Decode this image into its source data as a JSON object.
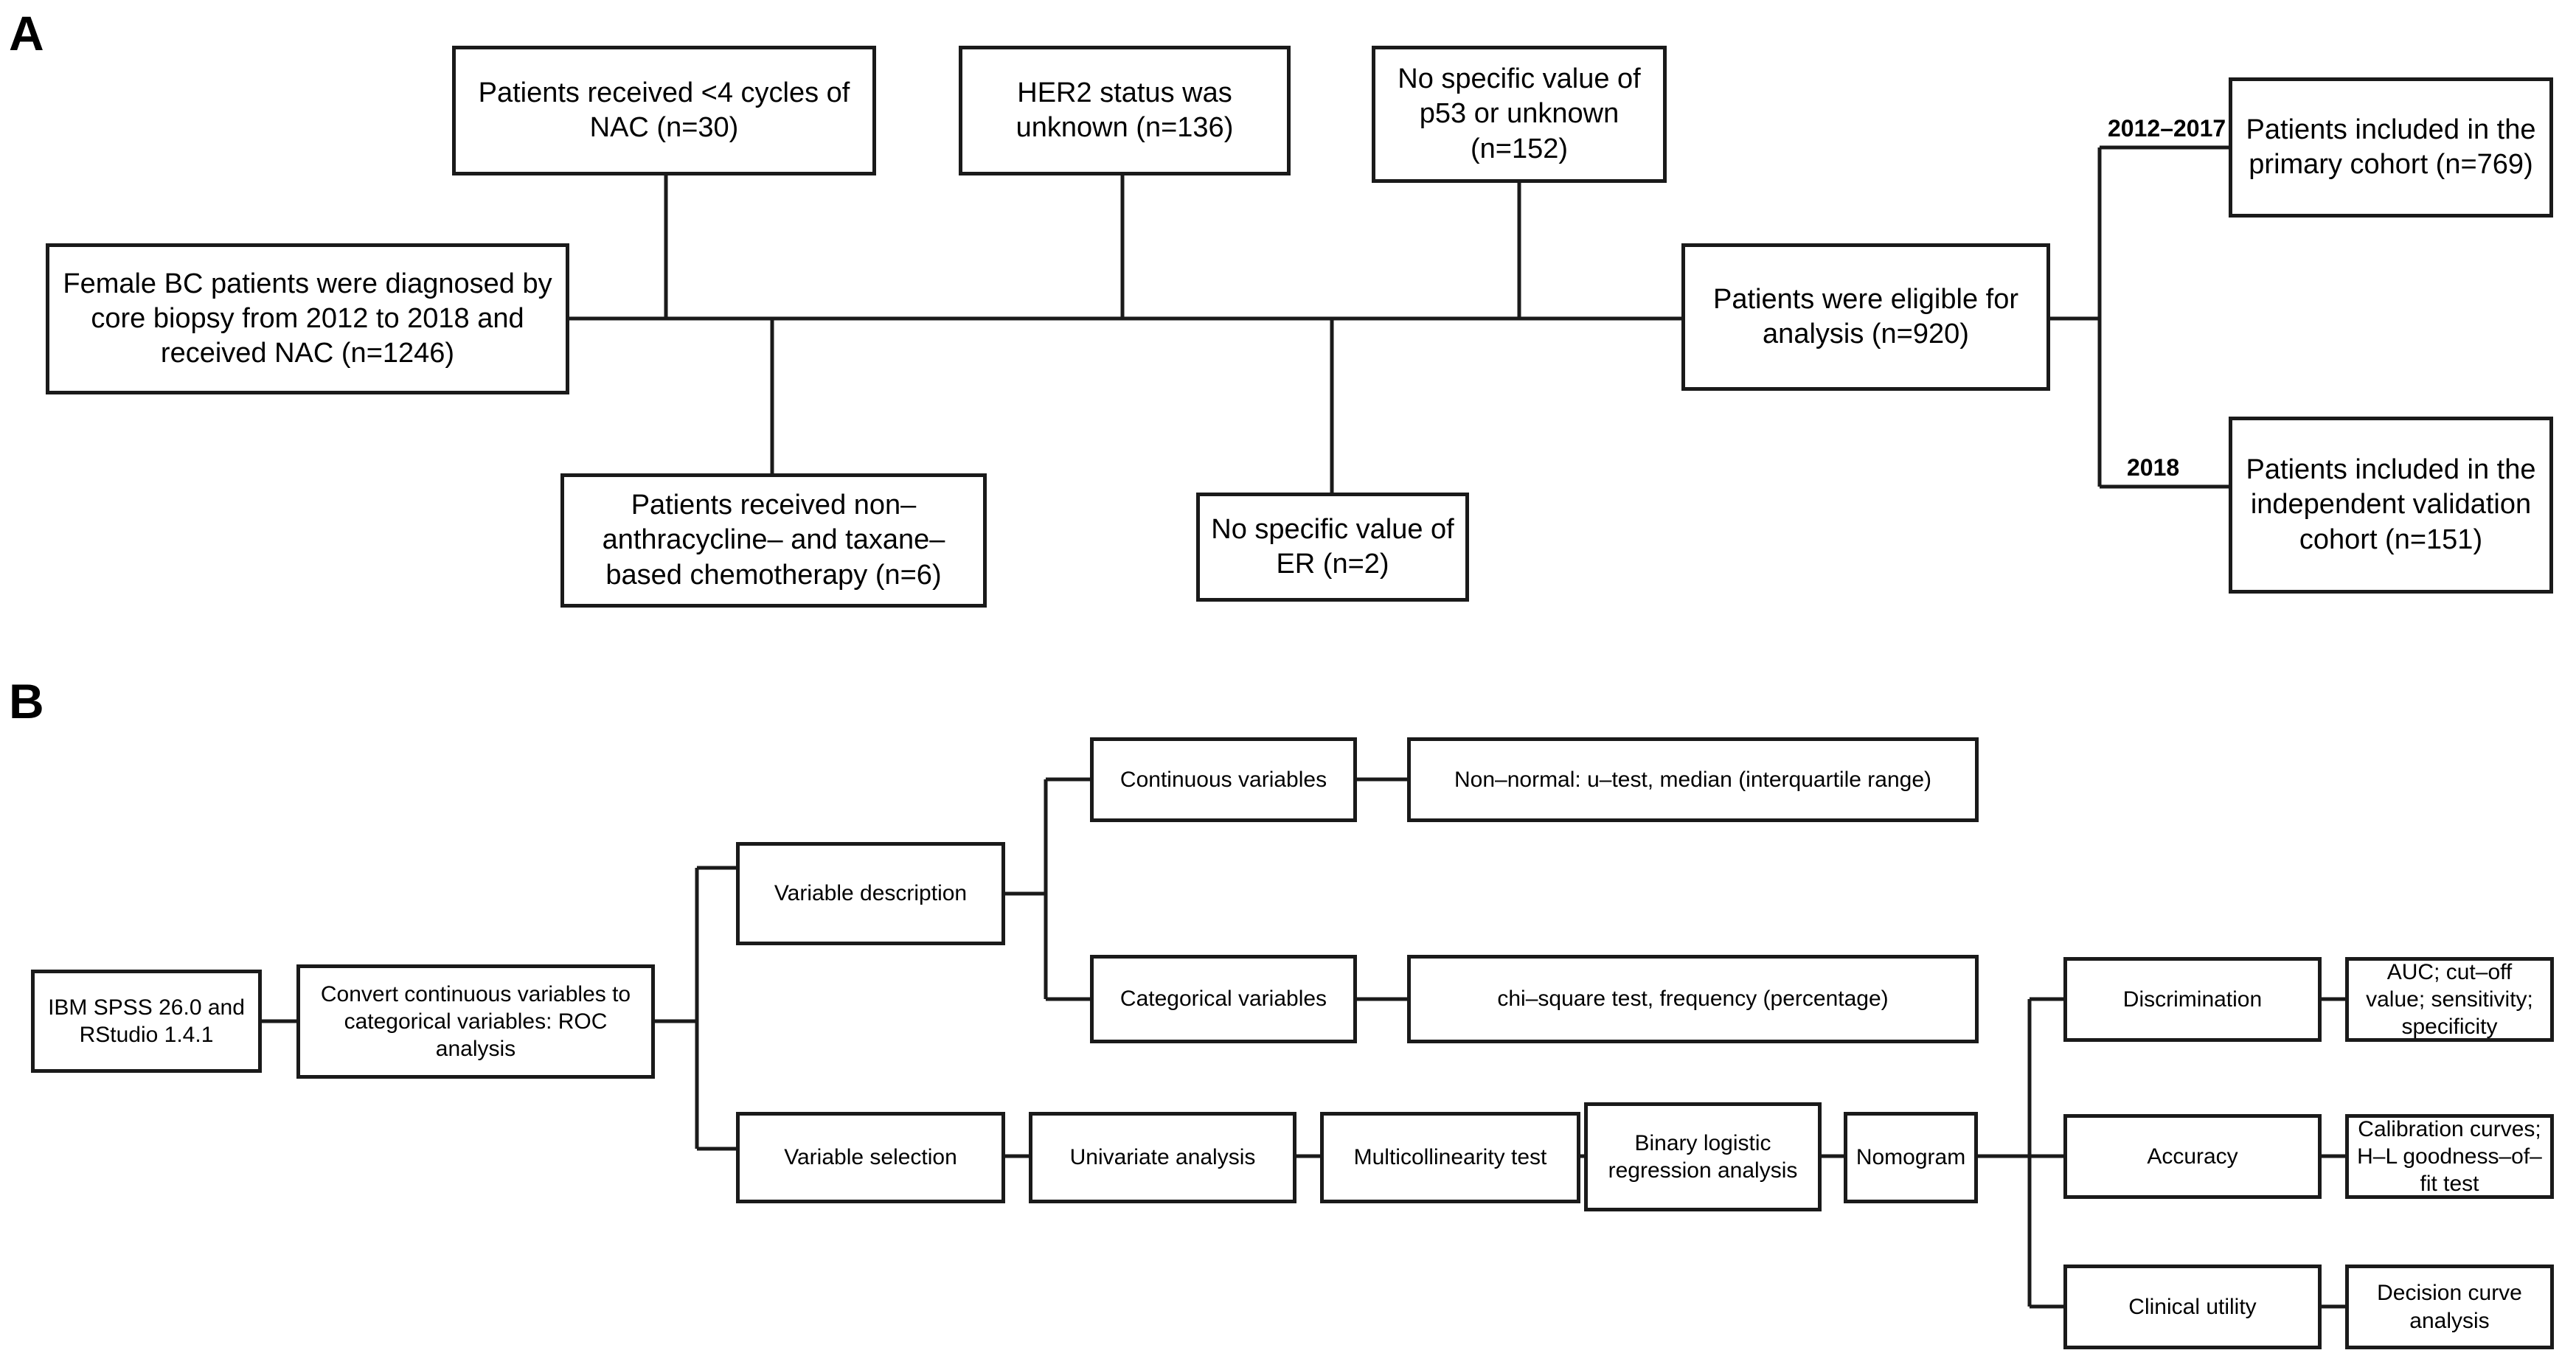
{
  "figure": {
    "panels": [
      {
        "id": "A",
        "label": "A"
      },
      {
        "id": "B",
        "label": "B"
      }
    ]
  },
  "panel_a": {
    "label": "A",
    "nodes": {
      "source_cohort": "Female BC patients were diagnosed by core biopsy from 2012 to 2018 and received NAC (n=1246)",
      "excl_cycles": "Patients received <4 cycles of NAC (n=30)",
      "excl_her2": "HER2 status was unknown (n=136)",
      "excl_p53": "No specific value of p53 or unknown (n=152)",
      "excl_chemo": "Patients received non–anthracycline– and taxane–based chemotherapy (n=6)",
      "excl_er": "No specific value of ER (n=2)",
      "eligible": "Patients were eligible for analysis (n=920)",
      "primary_cohort": "Patients included in the primary cohort (n=769)",
      "validation_cohort": "Patients included in the independent validation cohort (n=151)"
    },
    "edge_labels": {
      "primary_years": "2012–2017",
      "validation_years": "2018"
    }
  },
  "panel_b": {
    "label": "B",
    "nodes": {
      "software": "IBM SPSS 26.0 and RStudio 1.4.1",
      "convert": "Convert continuous variables to categorical variables: ROC analysis",
      "variable_description": "Variable description",
      "continuous_variables": "Continuous variables",
      "continuous_method": "Non–normal: u–test, median (interquartile range)",
      "categorical_variables": "Categorical variables",
      "categorical_method": "chi–square test, frequency (percentage)",
      "variable_selection": "Variable selection",
      "univariate": "Univariate analysis",
      "multicollinearity": "Multicollinearity test",
      "binary_logistic": "Binary logistic regression analysis",
      "nomogram": "Nomogram",
      "discrimination": "Discrimination",
      "discrimination_metrics": "AUC; cut–off value; sensitivity; specificity",
      "accuracy": "Accuracy",
      "accuracy_metrics": "Calibration curves; H–L goodness–of–fit test",
      "clinical_utility": "Clinical utility",
      "clinical_utility_metrics": "Decision curve analysis"
    }
  },
  "style": {
    "ink": "#1a1a1a",
    "paper": "#ffffff"
  }
}
